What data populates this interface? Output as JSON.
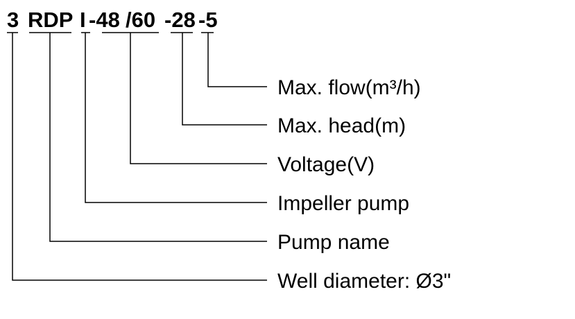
{
  "model_code": {
    "segments": [
      "3",
      "RDP",
      "I",
      "-48",
      "/60",
      "-28",
      "-5"
    ]
  },
  "callouts": [
    {
      "code": "5",
      "label": "Max. flow(m³/h)"
    },
    {
      "code": "28",
      "label": "Max. head(m)"
    },
    {
      "code": "48/60",
      "label": "Voltage(V)"
    },
    {
      "code": "I",
      "label": "Impeller pump"
    },
    {
      "code": "RDP",
      "label": "Pump name"
    },
    {
      "code": "3",
      "label": "Well diameter: Ø3\""
    }
  ],
  "colors": {
    "ink": "#000000",
    "background": "#ffffff"
  }
}
